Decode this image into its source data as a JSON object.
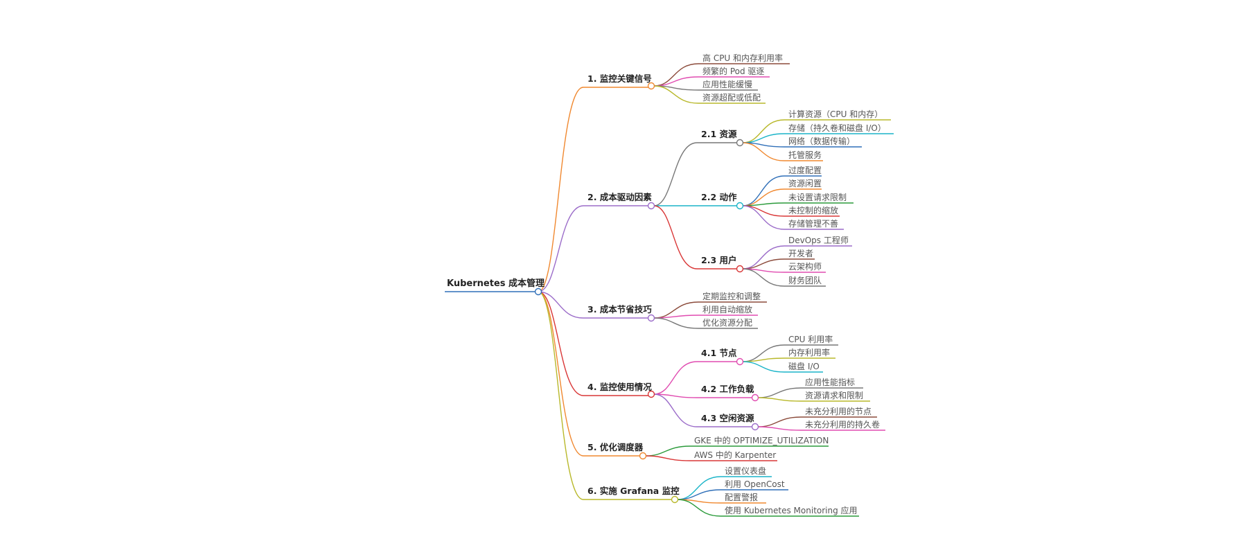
{
  "mindmap": {
    "root": {
      "label": "Kubernetes 成本管理",
      "color": "#2f6fb8"
    },
    "branches": [
      {
        "id": "b1",
        "label": "1. 监控关键信号",
        "color": "#f0882f",
        "children": [
          {
            "label": "高 CPU 和内存利用率",
            "color": "#8b4a3a"
          },
          {
            "label": "频繁的 Pod 驱逐",
            "color": "#e04bb0"
          },
          {
            "label": "应用性能缓慢",
            "color": "#777777"
          },
          {
            "label": "资源超配或低配",
            "color": "#b8b82a"
          }
        ]
      },
      {
        "id": "b2",
        "label": "2. 成本驱动因素",
        "color": "#9b6cc9",
        "children": [
          {
            "label": "2.1 资源",
            "color": "#777777",
            "children": [
              {
                "label": "计算资源（CPU 和内存）",
                "color": "#b8b82a"
              },
              {
                "label": "存储（持久卷和磁盘 I/O）",
                "color": "#1ab4c8"
              },
              {
                "label": "网络（数据传输）",
                "color": "#2f6fb8"
              },
              {
                "label": "托管服务",
                "color": "#f0882f"
              }
            ]
          },
          {
            "label": "2.2 动作",
            "color": "#1ab4c8",
            "children": [
              {
                "label": "过度配置",
                "color": "#2f6fb8"
              },
              {
                "label": "资源闲置",
                "color": "#f0882f"
              },
              {
                "label": "未设置请求限制",
                "color": "#2a9a3a"
              },
              {
                "label": "未控制的缩放",
                "color": "#d93636"
              },
              {
                "label": "存储管理不善",
                "color": "#9b6cc9"
              }
            ]
          },
          {
            "label": "2.3 用户",
            "color": "#d93636",
            "children": [
              {
                "label": "DevOps 工程师",
                "color": "#9b6cc9"
              },
              {
                "label": "开发者",
                "color": "#8b4a3a"
              },
              {
                "label": "云架构师",
                "color": "#e04bb0"
              },
              {
                "label": "财务团队",
                "color": "#777777"
              }
            ]
          }
        ]
      },
      {
        "id": "b3",
        "label": "3. 成本节省技巧",
        "color": "#9b6cc9",
        "children": [
          {
            "label": "定期监控和调整",
            "color": "#8b4a3a"
          },
          {
            "label": "利用自动缩放",
            "color": "#e04bb0"
          },
          {
            "label": "优化资源分配",
            "color": "#777777"
          }
        ]
      },
      {
        "id": "b4",
        "label": "4. 监控使用情况",
        "color": "#d93636",
        "children": [
          {
            "label": "4.1 节点",
            "color": "#e04bb0",
            "children": [
              {
                "label": "CPU 利用率",
                "color": "#777777"
              },
              {
                "label": "内存利用率",
                "color": "#b8b82a"
              },
              {
                "label": "磁盘 I/O",
                "color": "#1ab4c8"
              }
            ]
          },
          {
            "label": "4.2 工作负载",
            "color": "#e04bb0",
            "children": [
              {
                "label": "应用性能指标",
                "color": "#777777"
              },
              {
                "label": "资源请求和限制",
                "color": "#b8b82a"
              }
            ]
          },
          {
            "label": "4.3 空闲资源",
            "color": "#9b6cc9",
            "children": [
              {
                "label": "未充分利用的节点",
                "color": "#8b4a3a"
              },
              {
                "label": "未充分利用的持久卷",
                "color": "#e04bb0"
              }
            ]
          }
        ]
      },
      {
        "id": "b5",
        "label": "5. 优化调度器",
        "color": "#f0882f",
        "children": [
          {
            "label": "GKE 中的 OPTIMIZE_UTILIZATION",
            "color": "#2a9a3a"
          },
          {
            "label": "AWS 中的 Karpenter",
            "color": "#d93636"
          }
        ]
      },
      {
        "id": "b6",
        "label": "6. 实施 Grafana 监控",
        "color": "#b8b82a",
        "children": [
          {
            "label": "设置仪表盘",
            "color": "#1ab4c8"
          },
          {
            "label": "利用 OpenCost",
            "color": "#2f6fb8"
          },
          {
            "label": "配置警报",
            "color": "#f0882f"
          },
          {
            "label": "使用 Kubernetes Monitoring 应用",
            "color": "#2a9a3a"
          }
        ]
      }
    ]
  }
}
